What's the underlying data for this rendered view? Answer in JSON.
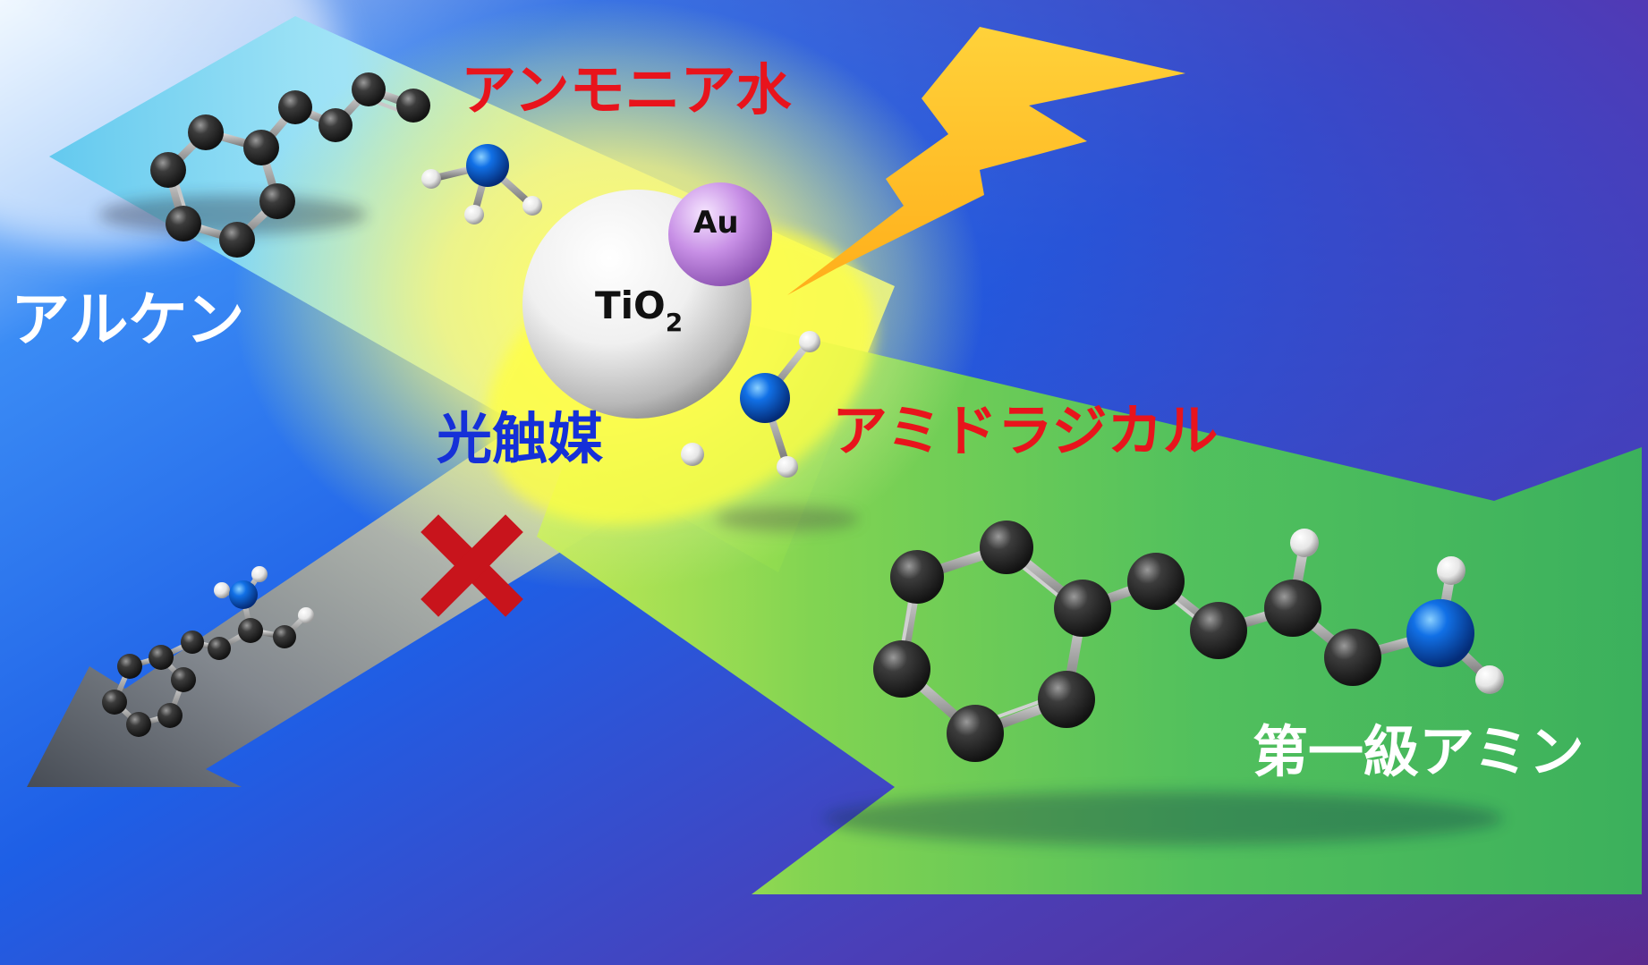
{
  "labels": {
    "ammonia_water": "アンモニア水",
    "alkene": "アルケン",
    "photocatalyst": "光触媒",
    "amide_radical": "アミドラジカル",
    "primary_amine": "第一級アミン"
  },
  "catalyst": {
    "support": "TiO",
    "support_subscript": "2",
    "metal": "Au"
  },
  "colors": {
    "red_label": "#e8141c",
    "blue_label": "#1530d8",
    "white_label": "#ffffff",
    "carbon_atom": "#2a2a2a",
    "nitrogen_atom": "#0c5fd8",
    "hydrogen_atom": "#f2f2f2",
    "gold_particle": "#c890e6",
    "cross_mark": "#c8141c",
    "light_bolt": "#ffc21e"
  },
  "icons": {
    "blocked_path": "x-mark-icon",
    "light": "lightning-bolt-icon"
  }
}
